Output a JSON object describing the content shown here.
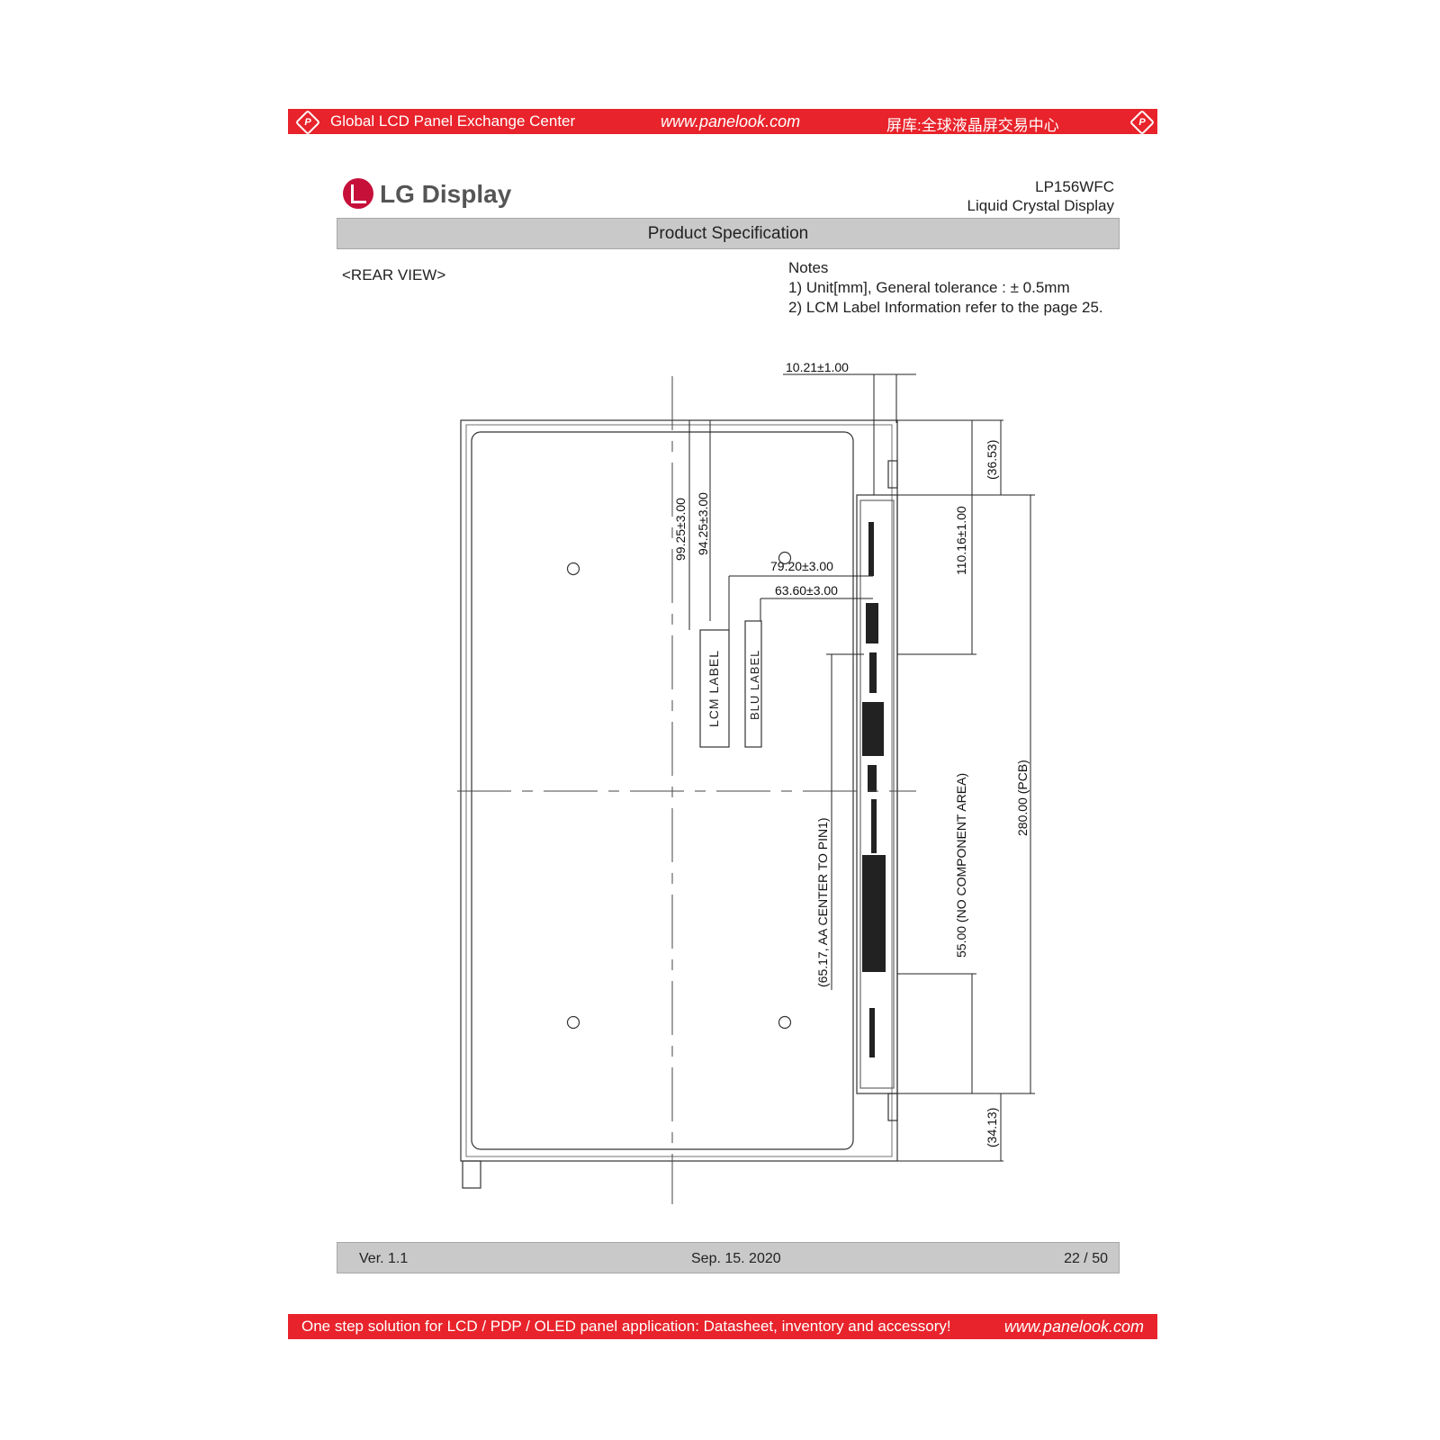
{
  "header_banner": {
    "left_text": "Global LCD Panel Exchange Center",
    "center_text": "www.panelook.com",
    "right_text": "屏库:全球液晶屏交易中心",
    "logo_mark": "P"
  },
  "brand": {
    "name": "LG Display",
    "model": "LP156WFC",
    "product_type": "Liquid Crystal Display"
  },
  "title_bar": {
    "label": "Product Specification"
  },
  "view_label": "<REAR VIEW>",
  "notes": {
    "heading": "Notes",
    "items": [
      "1) Unit[mm], General tolerance : ± 0.5mm",
      "2) LCM Label Information refer to the page 25."
    ]
  },
  "drawing": {
    "dimensions": {
      "d1": "10.21±1.00",
      "d2": "99.25±3.00",
      "d3": "94.25±3.00",
      "d4": "79.20±3.00",
      "d5": "63.60±3.00",
      "d6": "(36.53)",
      "d7": "110.16±1.00",
      "d8": "280.00 (PCB)",
      "d9": "55.00 (NO COMPONENT AREA)",
      "d10": "(65.17, AA CENTER TO PIN1)",
      "d11": "(34.13)"
    },
    "labels": {
      "lcm": "LCM LABEL",
      "blu": "BLU LABEL"
    }
  },
  "footer_bar": {
    "version": "Ver. 1.1",
    "date": "Sep. 15. 2020",
    "page": "22 / 50"
  },
  "footer_banner": {
    "text": "One step solution for LCD / PDP / OLED panel application: Datasheet, inventory and accessory!",
    "url": "www.panelook.com"
  },
  "colors": {
    "banner_red": "#e8232b",
    "brand_red": "#c6103a",
    "bar_gray": "#c9c9c9"
  }
}
